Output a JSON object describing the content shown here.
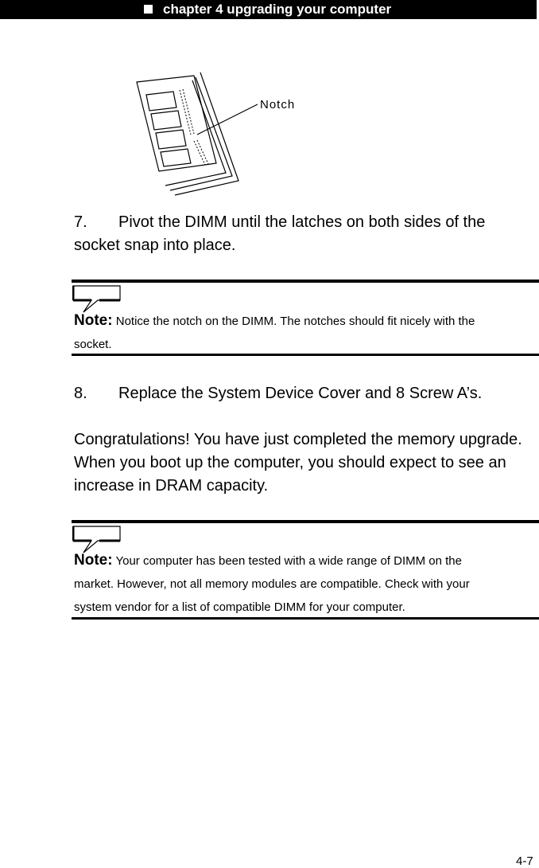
{
  "header": {
    "title": "chapter 4 upgrading your computer"
  },
  "figure": {
    "callout_label": "Notch"
  },
  "steps": [
    {
      "number": "7.",
      "text": "Pivot the DIMM until the latches on both sides of the",
      "continuation": "socket snap into place."
    },
    {
      "number": "8.",
      "text": "Replace the System Device Cover and 8 Screw A’s."
    }
  ],
  "notes": [
    {
      "label": "Note:",
      "lines": [
        "Notice the notch on the DIMM. The notches should fit nicely with the",
        "socket."
      ]
    },
    {
      "label": "Note:",
      "lines": [
        "Your computer has been tested with a wide range of DIMM on the",
        "market. However, not all memory modules are compatible. Check with your",
        "system vendor for a list of compatible DIMM for your computer."
      ]
    }
  ],
  "paragraph": {
    "lines": [
      "Congratulations! You have just completed the memory upgrade.",
      "When you boot up the computer, you should expect to see an",
      "increase in DRAM capacity."
    ]
  },
  "footer": {
    "page_number": "4-7"
  }
}
